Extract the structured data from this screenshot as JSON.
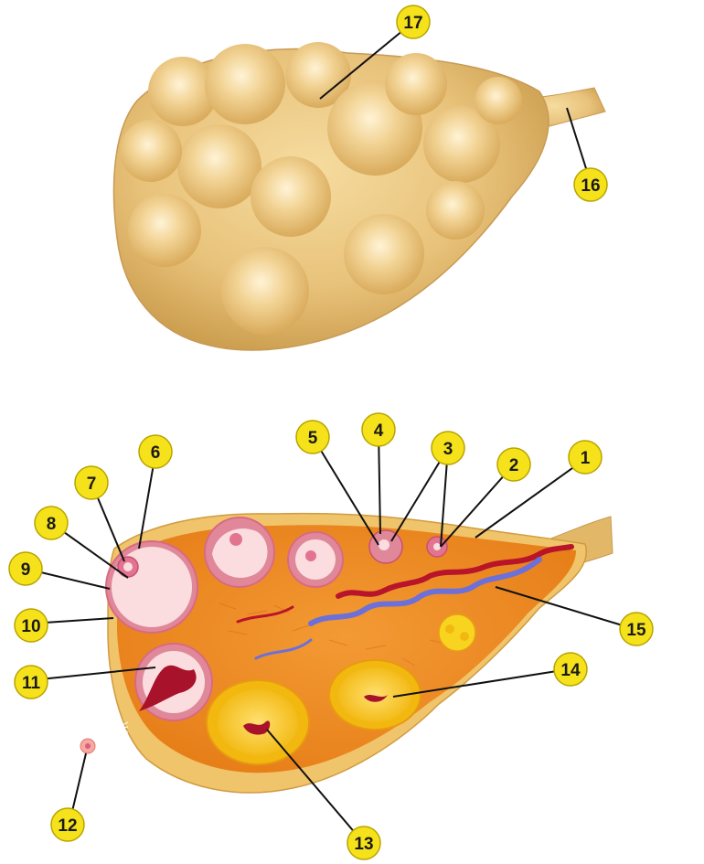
{
  "colors": {
    "badge_fill": "#f6e21a",
    "badge_stroke": "#b8a400",
    "ovary_exterior": "#e8c57a",
    "ovary_highlight": "#fbeccc",
    "cortex": "#f08a1e",
    "tunica": "#f2b54d",
    "follicle_ring": "#d9607a",
    "antrum": "#fbdde0",
    "artery": "#b8142a",
    "vein": "#6d70d8",
    "corpus_luteum": "#f5c41a",
    "ligament": "#d9b070"
  },
  "labels": {
    "l1": "1",
    "l2": "2",
    "l3": "3",
    "l4": "4",
    "l5": "5",
    "l6": "6",
    "l7": "7",
    "l8": "8",
    "l9": "9",
    "l10": "10",
    "l11": "11",
    "l12": "12",
    "l13": "13",
    "l14": "14",
    "l15": "15",
    "l16": "16",
    "l17": "17"
  }
}
